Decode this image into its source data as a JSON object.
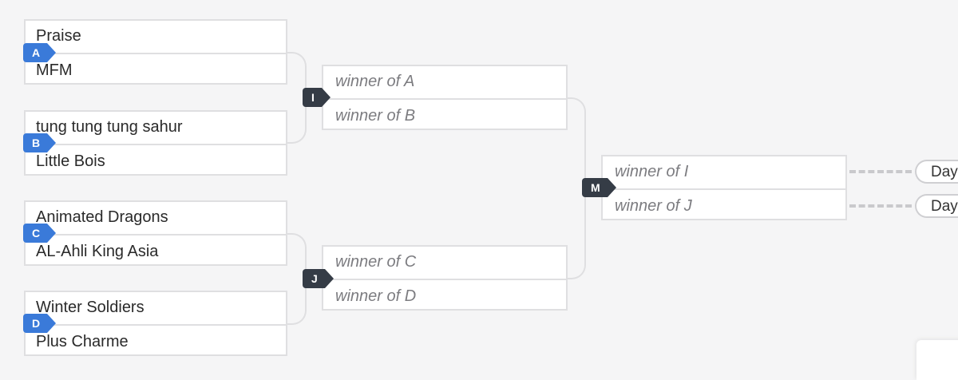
{
  "bracket": {
    "round1": [
      {
        "label": "A",
        "team1": "Praise",
        "team2": "MFM"
      },
      {
        "label": "B",
        "team1": "tung tung tung sahur",
        "team2": "Little Bois"
      },
      {
        "label": "C",
        "team1": "Animated Dragons",
        "team2": "AL-Ahli King Asia"
      },
      {
        "label": "D",
        "team1": "Winter Soldiers",
        "team2": "Plus Charme"
      }
    ],
    "round2": [
      {
        "label": "I",
        "team1": "winner of A",
        "team2": "winner of B"
      },
      {
        "label": "J",
        "team1": "winner of C",
        "team2": "winner of D"
      }
    ],
    "round3": [
      {
        "label": "M",
        "team1": "winner of I",
        "team2": "winner of J"
      }
    ],
    "next_round": {
      "day_label_1": "Day",
      "day_label_2": "Day"
    }
  },
  "colors": {
    "badge_blue": "#3a7ad9",
    "badge_dark": "#353c46",
    "border": "#dfdfe1",
    "background": "#f5f5f6"
  }
}
